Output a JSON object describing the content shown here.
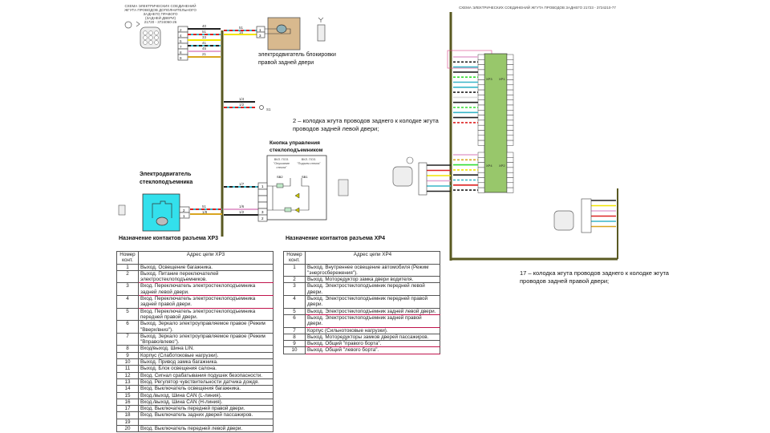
{
  "left_diagram": {
    "title_lines": [
      "СХЕМА ЭЛЕКТРИЧЕСКИХ СОЕДИНЕНИЙ",
      "ЖГУТА ПРОВОДОВ ДОПОЛНИТЕЛЬНОГО ЗАДНЕГО ПРАВОГО",
      "(ЗАДНЕЙ ДВЕРИ)",
      "21720 - 3724060-26"
    ],
    "connector_marker": "2",
    "lock_motor_label": "электродвигатель блокировки правой задней двери",
    "window_motor_label": "Электродвигатель стеклоподъемника",
    "switch_label": "Кнопка управления стеклоподъемником",
    "switch_sub_left": "ВКЛ. ПОЗ. \"Опускание стекла\"",
    "switch_sub_right": "ВКЛ. ПОЗ. \"Подъем стекла\"",
    "switch_sb2": "SB2",
    "switch_sb1": "SB1",
    "pins": [
      "2",
      "4",
      "5",
      "7",
      "8",
      "9"
    ],
    "wire_codes": [
      "40",
      "51",
      "33",
      "41",
      "45",
      "21"
    ],
    "lock_pins": [
      "1",
      "3"
    ],
    "lock_wires": [
      "51",
      "16"
    ],
    "mid_wires": [
      "1/4",
      "1/2"
    ],
    "mid_label": "S1",
    "motor_pins": [
      "2",
      "1"
    ],
    "motor_wires": [
      "51",
      "1/8"
    ],
    "switch_pins": [
      "1",
      "3",
      "2"
    ],
    "switch_wires": [
      "1/7",
      "1/6",
      "1/2"
    ]
  },
  "right_diagram": {
    "title": "СХЕМА ЭЛЕКТРИЧЕСКИХ СОЕДИНЕНИЙ ЖГУТА ПРОВОДОВ ЗАДНЕГО  21723 - 3724210-77",
    "block_left": "XP3",
    "block_right": "XP1",
    "block2_left": "XP4",
    "block2_right": "XP2",
    "note2": "2 – колодка жгута проводов заднего к колодке жгута проводов задней левой двери;",
    "note17": "17 – колодка жгута проводов заднего к колодке жгута проводов задней правой двери;"
  },
  "xp3": {
    "heading": "Назначение контактов разъема XP3",
    "col_num": "Номер конт.",
    "col_addr": "Адрес цепи XP3",
    "rows": [
      [
        "1",
        "Выход. Освещение багажника."
      ],
      [
        "2",
        "Выход. Питание переключателей электростеклоподъемников."
      ],
      [
        "3",
        "Вход. Переключатель электростеклоподъемника задней левой двери."
      ],
      [
        "4",
        "Вход. Переключатель электростеклоподъемника задней правой двери."
      ],
      [
        "5",
        "Вход. Переключатель электростеклоподъемника передней правой двери."
      ],
      [
        "6",
        "Выход. Зеркало электроуправляемое правое (Режим \"Вверх/вниз\")."
      ],
      [
        "7",
        "Выход. Зеркало электроуправляемое правое (Режим \"Вправо/влево\")."
      ],
      [
        "8",
        "Вход/выход. Шина LIN."
      ],
      [
        "9",
        "Корпус (Слаботоковые нагрузки)."
      ],
      [
        "10",
        "Выход. Привод замка багажника."
      ],
      [
        "11",
        "Выход. Блок освещения салона."
      ],
      [
        "12",
        "Вход. Сигнал срабатывания подушек безопасности."
      ],
      [
        "13",
        "Вход. Регулятор чувствительности датчика дождя."
      ],
      [
        "14",
        "Вход. Выключатель освещения багажника."
      ],
      [
        "15",
        "Вход./выход. Шина CAN (L-линия)."
      ],
      [
        "16",
        "Вход./выход. Шина CAN (H-линия)."
      ],
      [
        "17",
        "Вход. Выключатель передней правой двери."
      ],
      [
        "18",
        "Вход. Выключатель задних дверей пассажиров."
      ],
      [
        "19",
        ""
      ],
      [
        "20",
        "Вход. Выключатель передней левой двери."
      ]
    ]
  },
  "xp4": {
    "heading": "Назначение контактов разъема XP4",
    "col_num": "Номер конт.",
    "col_addr": "Адрес цепи XP4",
    "rows": [
      [
        "1",
        "Выход. Внутреннее освещение автомобиля (Режим \"энергосбережения\")."
      ],
      [
        "2",
        "Выход. Моторедуктор замка двери водителя."
      ],
      [
        "3",
        "Выход. Электростеклоподъемник передней левой двери."
      ],
      [
        "4",
        "Выход. Электростеклоподъемник передней правой двери."
      ],
      [
        "5",
        "Выход. Электростеклоподъемник задней левой двери."
      ],
      [
        "6",
        "Выход. Электростеклоподъемник задней правой двери."
      ],
      [
        "7",
        "Корпус (Сильнотоковые нагрузки)."
      ],
      [
        "8",
        "Выход. Моторедукторы замков дверей пассажиров."
      ],
      [
        "9",
        "Выход. Общий \"правого борта\"."
      ],
      [
        "10",
        "Выход. Общий \"левого борта\"."
      ]
    ]
  }
}
